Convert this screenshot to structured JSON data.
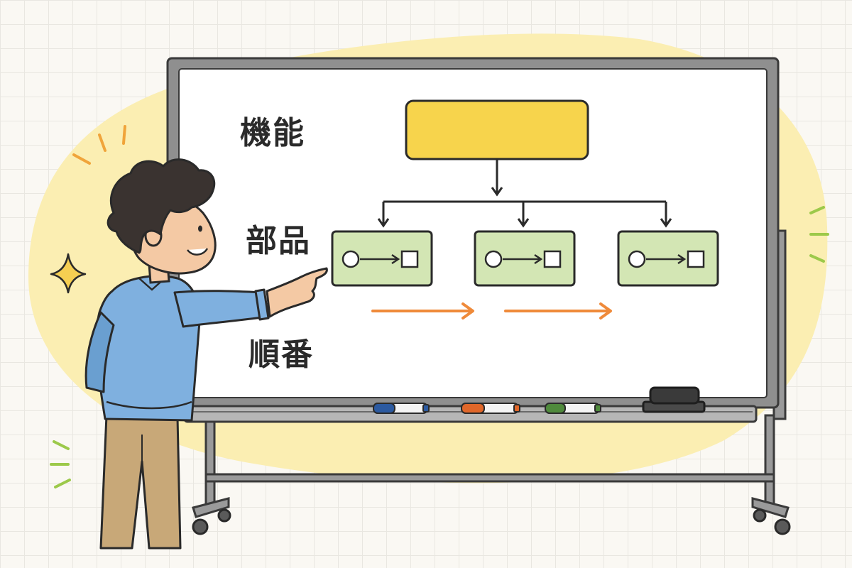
{
  "labels": {
    "function": "機能",
    "parts": "部品",
    "order": "順番"
  },
  "diagram": {
    "top_box": {
      "fill": "#f7d44c"
    },
    "part_boxes": {
      "count": 3,
      "fill": "#d3e6b4",
      "content": "circle-arrow-square"
    },
    "order_arrows": {
      "count": 2,
      "color": "#ef8a3a"
    }
  },
  "markers": [
    {
      "color": "#2c5aa0",
      "name": "blue-marker"
    },
    {
      "color": "#e0672a",
      "name": "orange-marker"
    },
    {
      "color": "#4f8a3c",
      "name": "green-marker"
    }
  ],
  "colors": {
    "backdrop_blob": "#fbeeb2",
    "board": "#ffffff",
    "frame": "#8f8f8f",
    "shirt": "#7fb0df",
    "pants": "#c8a878",
    "hair": "#3a3330",
    "sparkle": "#f0a43a",
    "accent_green": "#9cc94a"
  }
}
